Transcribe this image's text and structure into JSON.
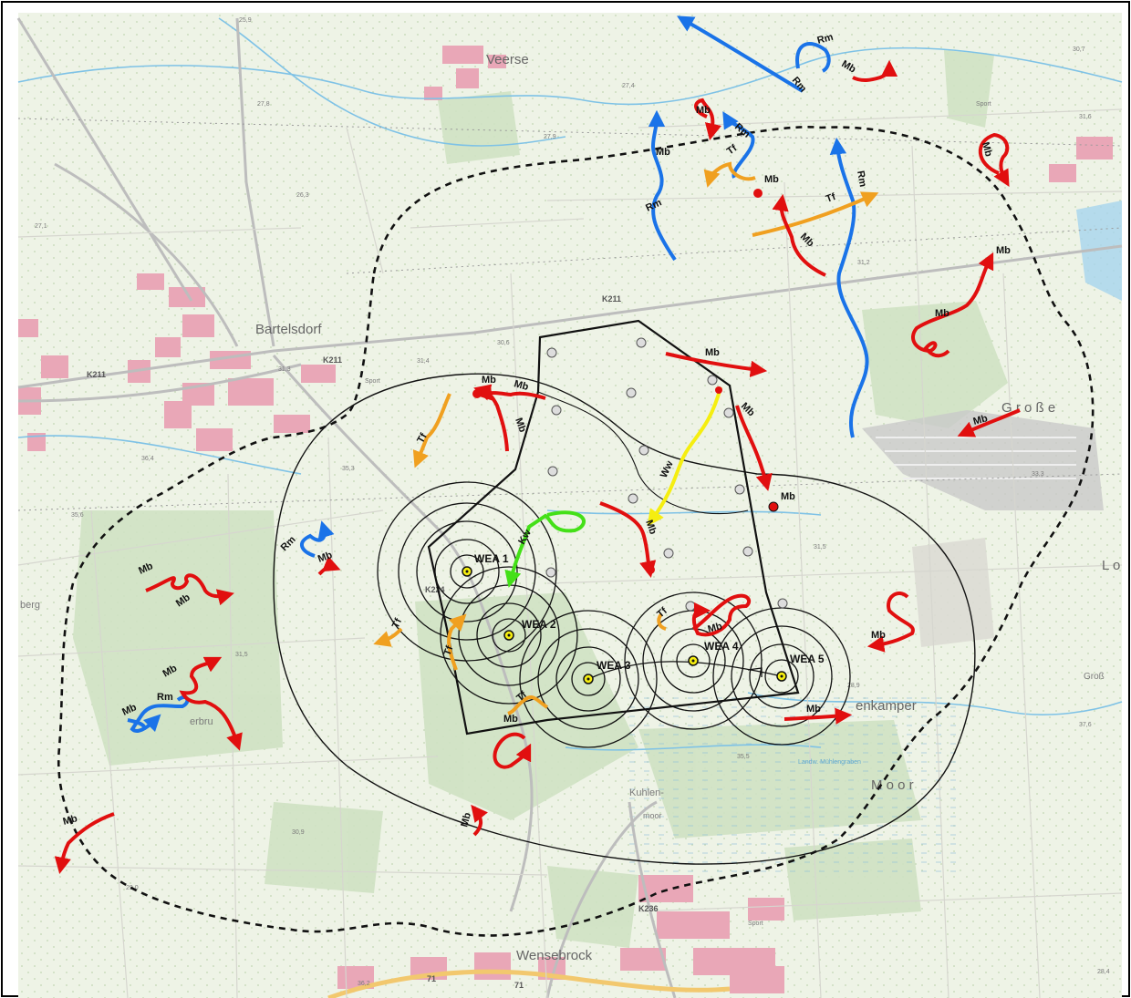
{
  "place_names": {
    "veerse": "Veerse",
    "bartelsdorf": "Bartelsdorf",
    "wensebrock": "Wensebrock",
    "grosse": "G r o ß e",
    "kuhlen": "Kuhlen-",
    "moor_small": "moor",
    "moor_big": "M o o r",
    "enkamper": "enkamper",
    "lo": "L o",
    "berg": "berg",
    "erbrun": "erbru",
    "grosse2": "Groß",
    "sport1": "Sport",
    "sport2": "Sport",
    "sport3": "Sport",
    "muhlengraben": "Landw. Mühlengraben"
  },
  "road_labels": {
    "k211a": "K211",
    "k211b": "K211",
    "k211c": "K211",
    "k224": "K224",
    "k236": "K236",
    "b71a": "71",
    "b71b": "71"
  },
  "heights": {
    "h1": "25,9",
    "h2": "27,4",
    "h3": "27,8",
    "h4": "26,3",
    "h5": "27,1",
    "h6": "27,9",
    "h7": "31,2",
    "h8": "30,6",
    "h9": "31,4",
    "h10": "31,3",
    "h11": "31,6",
    "h12": "30,7",
    "h13": "31,5",
    "h14": "35,3",
    "h15": "35,6",
    "h16": "28,9",
    "h17": "35,5",
    "h18": "36,4",
    "h19": "29,0",
    "h20": "28,4",
    "h21": "37,6",
    "h22": "33,3",
    "h23": "30,9",
    "h24": "31,5",
    "h25": "36,2"
  },
  "turbines": [
    "WEA 1",
    "WEA 2",
    "WEA 3",
    "WEA 4",
    "WEA 5"
  ],
  "species_labels": {
    "mb": "Mb",
    "rm": "Rm",
    "tf": "Tf",
    "ww": "Ww",
    "kw": "Kw"
  },
  "colors": {
    "mb_red": "#e10f0f",
    "rm_blue": "#1a73e8",
    "tf_orange": "#f0a020",
    "ww_yellow": "#f5ee10",
    "kw_green": "#44e018",
    "map_base": "#eef3e6",
    "forest_green": "#cfe2c3",
    "settlement_pink": "#e9a7b7"
  }
}
